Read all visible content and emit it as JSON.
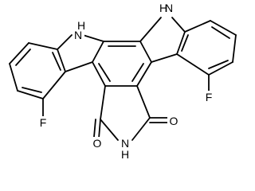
{
  "structure": {
    "atoms": {
      "nh_left": "H",
      "n_left": "N",
      "nh_right": "H",
      "n_right": "N",
      "f_left": "F",
      "f_right": "F",
      "o_left": "O",
      "o_right": "O",
      "n_imide": "N",
      "h_imide": "H"
    }
  }
}
